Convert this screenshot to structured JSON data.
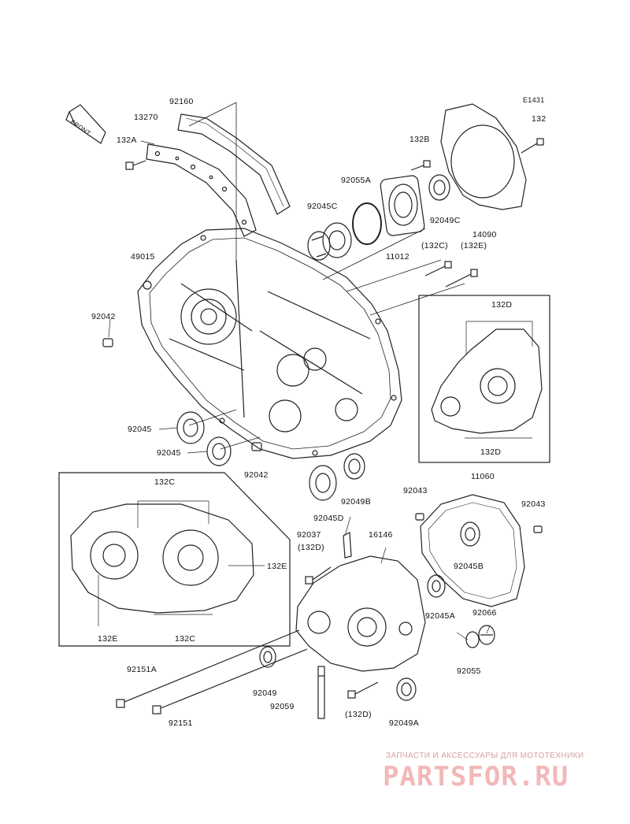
{
  "diagram_code": "E1431",
  "front_label": "FRONT",
  "labels": {
    "l92160": "92160",
    "l13270": "13270",
    "l132A": "132A",
    "l132B": "132B",
    "l132": "132",
    "l92055A": "92055A",
    "l92045C": "92045C",
    "l92049C": "92049C",
    "l14090": "14090",
    "l11012": "11012",
    "l132C_top": "(132C)",
    "l132E_top": "(132E)",
    "l49015": "49015",
    "l92042_left": "92042",
    "l132D_top": "132D",
    "l132D_bottom": "132D",
    "l92045_a": "92045",
    "l92045_b": "92045",
    "l92042_mid": "92042",
    "l92049B": "92049B",
    "l92045D": "92045D",
    "l132C_box_top": "132C",
    "l132E_box_right": "132E",
    "l132E_box_bottom": "132E",
    "l132C_box_bottom": "132C",
    "l92043_a": "92043",
    "l11060": "11060",
    "l92043_b": "92043",
    "l92037": "92037",
    "l132D_paren_a": "(132D)",
    "l16146": "16146",
    "l92045B": "92045B",
    "l92045A": "92045A",
    "l92066": "92066",
    "l92055": "92055",
    "l92151A": "92151A",
    "l92049": "92049",
    "l92059": "92059",
    "l132D_paren_b": "(132D)",
    "l92049A": "92049A",
    "l92151": "92151"
  },
  "watermark": {
    "subtitle": "ЗАПЧАСТИ И АКСЕССУАРЫ ДЛЯ МОТОТЕХНИКИ",
    "brand": "PARTSFOR.RU"
  }
}
